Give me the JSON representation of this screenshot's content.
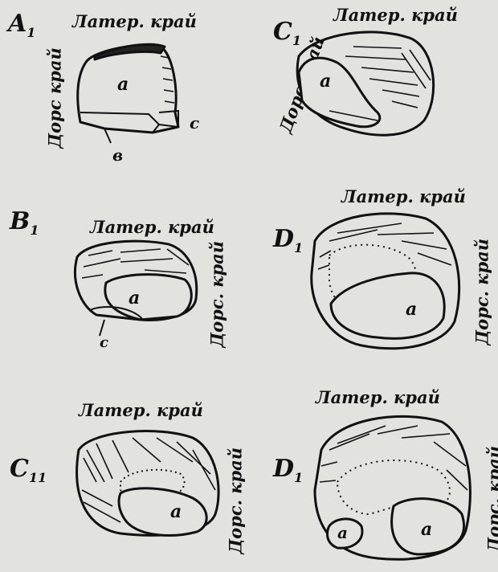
{
  "figures": [
    {
      "id": "A1",
      "letter": "A",
      "sub": "1",
      "lateral": "Латер. край",
      "dorsal": "Дорс край",
      "parts": [
        "a",
        "c",
        "в"
      ]
    },
    {
      "id": "C1",
      "letter": "C",
      "sub": "1",
      "lateral": "Латер. край",
      "dorsal": "Дорс край",
      "parts": [
        "a"
      ]
    },
    {
      "id": "B1",
      "letter": "B",
      "sub": "1",
      "lateral": "Латер. край",
      "dorsal": "Дорс. край",
      "parts": [
        "a",
        "c"
      ]
    },
    {
      "id": "D1a",
      "letter": "D",
      "sub": "1",
      "lateral": "Латер. край",
      "dorsal": "Дорс. край",
      "parts": [
        "a"
      ]
    },
    {
      "id": "C11",
      "letter": "C",
      "sub": "11",
      "lateral": "Латер. край",
      "dorsal": "Дорс. край",
      "parts": [
        "a"
      ]
    },
    {
      "id": "D1b",
      "letter": "D",
      "sub": "1",
      "lateral": "Латер. край",
      "dorsal": "Дорс. край",
      "parts": [
        "a",
        "a"
      ]
    }
  ]
}
